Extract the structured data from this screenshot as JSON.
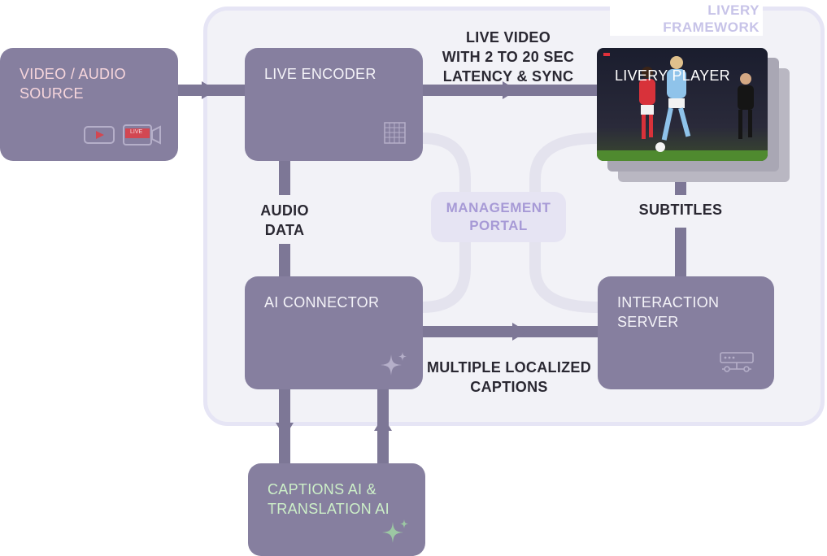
{
  "framework": {
    "title_line1": "LIVERY",
    "title_line2": "FRAMEWORK"
  },
  "nodes": {
    "source": {
      "line1": "VIDEO / AUDIO",
      "line2": "SOURCE",
      "live_badge": "LIVE"
    },
    "encoder": {
      "label": "LIVE ENCODER"
    },
    "player": {
      "label": "LIVERY PLAYER"
    },
    "ai_connector": {
      "label": "AI CONNECTOR"
    },
    "interaction_server": {
      "line1": "INTERACTION",
      "line2": "SERVER"
    },
    "captions_ai": {
      "line1": "CAPTIONS AI &",
      "line2": "TRANSLATION AI"
    },
    "management_portal": {
      "line1": "MANAGEMENT",
      "line2": "PORTAL"
    }
  },
  "edge_labels": {
    "live_video": {
      "line1": "LIVE VIDEO",
      "line2": "WITH 2 TO 20 SEC",
      "line3": "LATENCY & SYNC"
    },
    "audio_data": {
      "line1": "AUDIO",
      "line2": "DATA"
    },
    "subtitles": "SUBTITLES",
    "captions": {
      "line1": "MULTIPLE LOCALIZED",
      "line2": "CAPTIONS"
    }
  },
  "colors": {
    "box": "#867f9f",
    "arrow": "#7d7796",
    "framework_bg": "#f2f2f7",
    "portal_bg": "#e6e4f3",
    "portal_text": "#a79ad6",
    "source_text": "#f7d6dc",
    "captions_text": "#cdf0c8"
  }
}
